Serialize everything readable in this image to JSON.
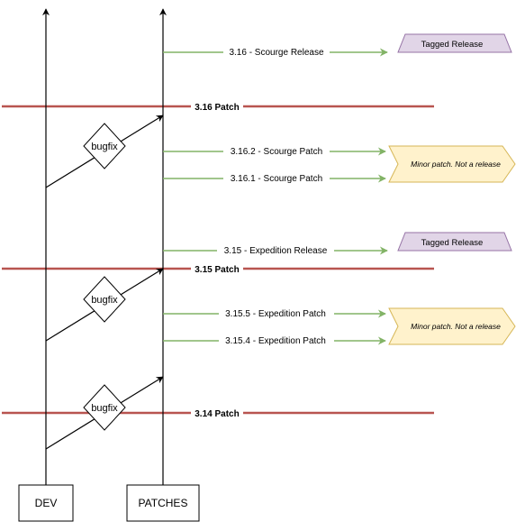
{
  "lanes": {
    "dev": "DEV",
    "patches": "PATCHES"
  },
  "patch_lines": [
    {
      "label": "3.16 Patch"
    },
    {
      "label": "3.15 Patch"
    },
    {
      "label": "3.14 Patch"
    }
  ],
  "bugfix_label": "bugfix",
  "green_arrows": [
    {
      "label": "3.16 - Scourge Release"
    },
    {
      "label": "3.16.2 - Scourge Patch"
    },
    {
      "label": "3.16.1 - Scourge Patch"
    },
    {
      "label": "3.15 - Expedition Release"
    },
    {
      "label": "3.15.5 - Expedition Patch"
    },
    {
      "label": "3.15.4 - Expedition Patch"
    }
  ],
  "tagged_release_label": "Tagged Release",
  "minor_patch_label": "Minor patch. Not a release",
  "colors": {
    "patch_line": "#b85450",
    "green_arrow": "#82b366",
    "tag_fill": "#e1d5e7",
    "tag_stroke": "#9673a6",
    "minor_fill": "#fff2cc",
    "minor_stroke": "#d6b656"
  }
}
